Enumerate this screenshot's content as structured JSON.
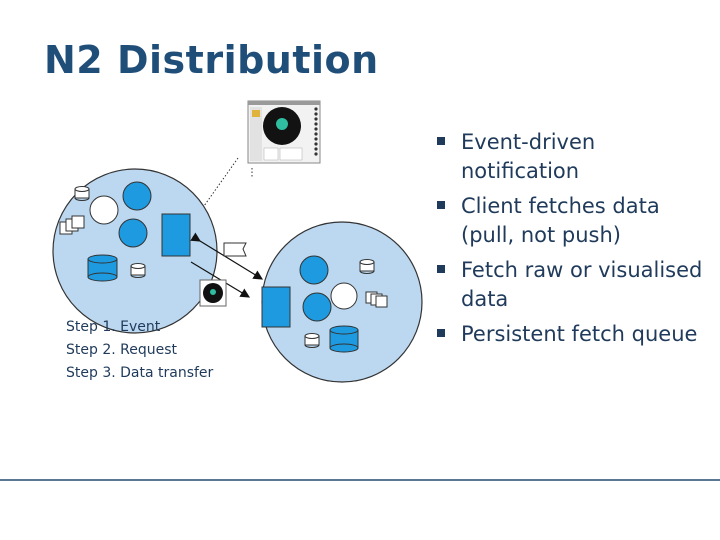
{
  "title": "N2 Distribution",
  "steps": [
    "Step 1. Event",
    "Step 2. Request",
    "Step 3. Data transfer"
  ],
  "bullets": [
    "Event-driven notification",
    "Client fetches data (pull, not push)",
    "Fetch raw or visualised data",
    "Persistent fetch queue"
  ],
  "colors": {
    "title": "#1f4e79",
    "text": "#1f3a5a",
    "node_fill": "#bcd8f0",
    "accent_blue": "#1e9be0",
    "white_node": "#ffffff",
    "rule": "#5a7894"
  }
}
